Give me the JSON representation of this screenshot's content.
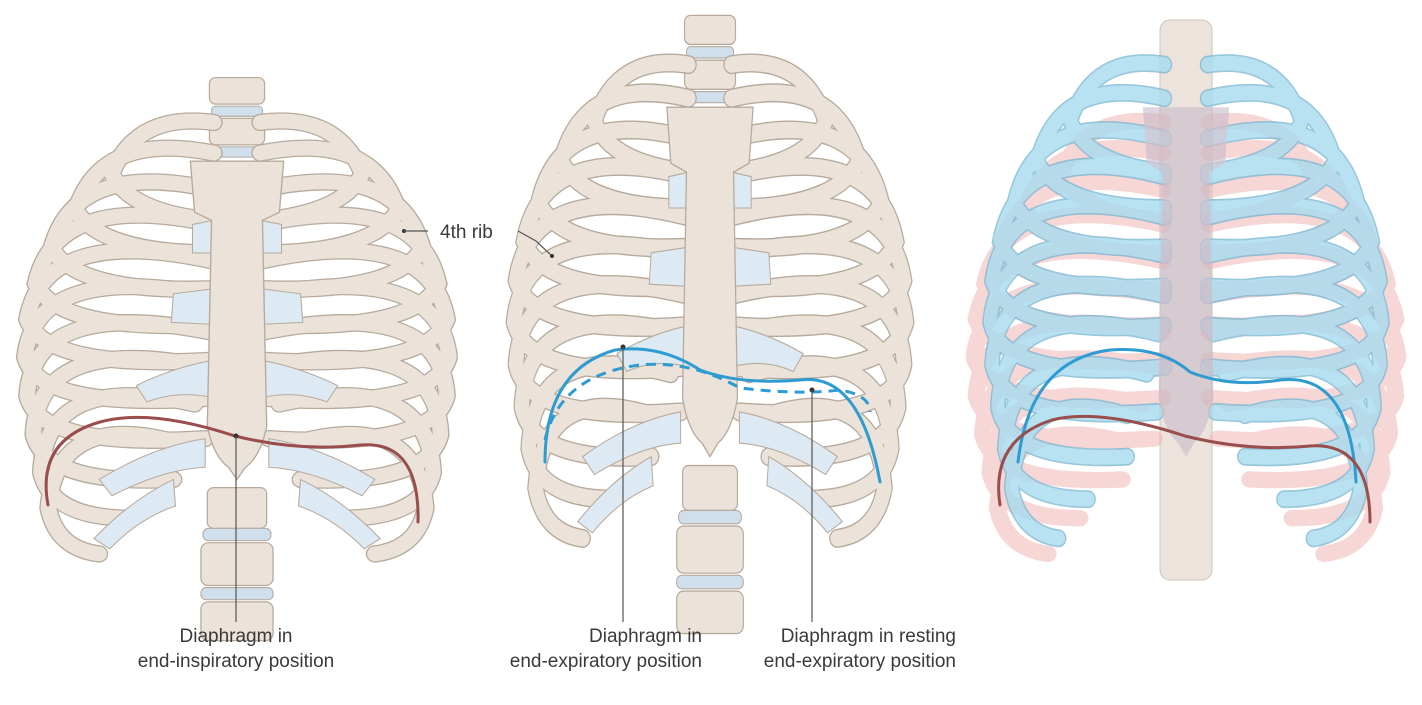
{
  "labels": {
    "rib_label": "4th rib",
    "insp_line1": "Diaphragm in",
    "insp_line2": "end-inspiratory position",
    "exp_line1": "Diaphragm in",
    "exp_line2": "end-expiratory position",
    "rest_line1": "Diaphragm in resting",
    "rest_line2": "end-expiratory position"
  },
  "colors": {
    "bone": "#ebe2d9",
    "bone_outline": "#b7aa9d",
    "cartilage": "#dde9f3",
    "vertebra_disc": "#cfdfeb",
    "inspiratory_diaphragm": "#9a4d4d",
    "expiratory_diaphragm": "#2e9bd1",
    "overlay_inspiratory_ribs": "#f2b6b6",
    "overlay_expiratory_ribs": "#8fcfe9",
    "leader_line": "#555555"
  },
  "panels": [
    {
      "id": "inspiration",
      "diaphragm": "end-inspiratory (solid, low, dark red)"
    },
    {
      "id": "expiration",
      "diaphragm": "end-expiratory (solid, high, blue) and resting end-expiratory (dashed, blue)"
    },
    {
      "id": "overlay",
      "diaphragm": "both positions overlaid"
    }
  ]
}
